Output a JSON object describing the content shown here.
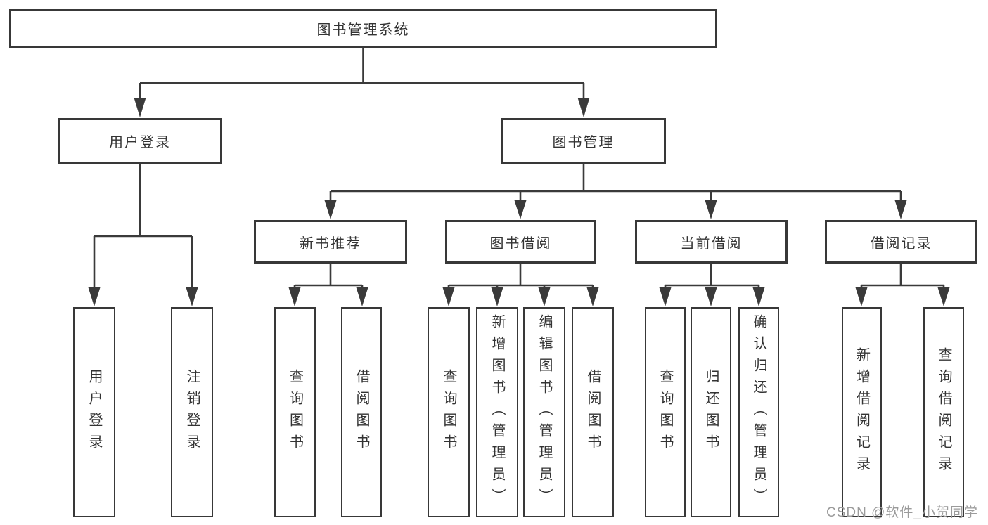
{
  "diagram": {
    "title_node": {
      "label": "图书管理系统"
    },
    "root": {
      "label": "图书管理系统"
    },
    "level2": [
      {
        "id": "user-login",
        "label": "用户登录"
      },
      {
        "id": "book-management",
        "label": "图书管理"
      }
    ],
    "level3": [
      {
        "id": "new-book-recommend",
        "label": "新书推荐",
        "parent": "图书管理"
      },
      {
        "id": "book-borrowing",
        "label": "图书借阅",
        "parent": "图书管理"
      },
      {
        "id": "current-borrowing",
        "label": "当前借阅",
        "parent": "图书管理"
      },
      {
        "id": "borrowing-records",
        "label": "借阅记录",
        "parent": "图书管理"
      }
    ],
    "leaves": [
      {
        "label": "用户登录",
        "parent": "用户登录"
      },
      {
        "label": "注销登录",
        "parent": "用户登录"
      },
      {
        "label": "查询图书",
        "parent": "新书推荐"
      },
      {
        "label": "借阅图书",
        "parent": "新书推荐"
      },
      {
        "label": "查询图书",
        "parent": "图书借阅"
      },
      {
        "label": "新增图书（管理员）",
        "parent": "图书借阅"
      },
      {
        "label": "编辑图书（管理员）",
        "parent": "图书借阅"
      },
      {
        "label": "借阅图书",
        "parent": "图书借阅"
      },
      {
        "label": "查询图书",
        "parent": "当前借阅"
      },
      {
        "label": "归还图书",
        "parent": "当前借阅"
      },
      {
        "label": "确认归还（管理员）",
        "parent": "当前借阅"
      },
      {
        "label": "新增借阅记录",
        "parent": "借阅记录"
      },
      {
        "label": "查询借阅记录",
        "parent": "借阅记录"
      }
    ]
  },
  "watermark": {
    "text": "CSDN @软件_小贺同学"
  },
  "colors": {
    "line": "#3a3a3a",
    "box_border": "#383838",
    "text": "#333333",
    "watermark": "#9b9b9b",
    "background": "#ffffff"
  }
}
